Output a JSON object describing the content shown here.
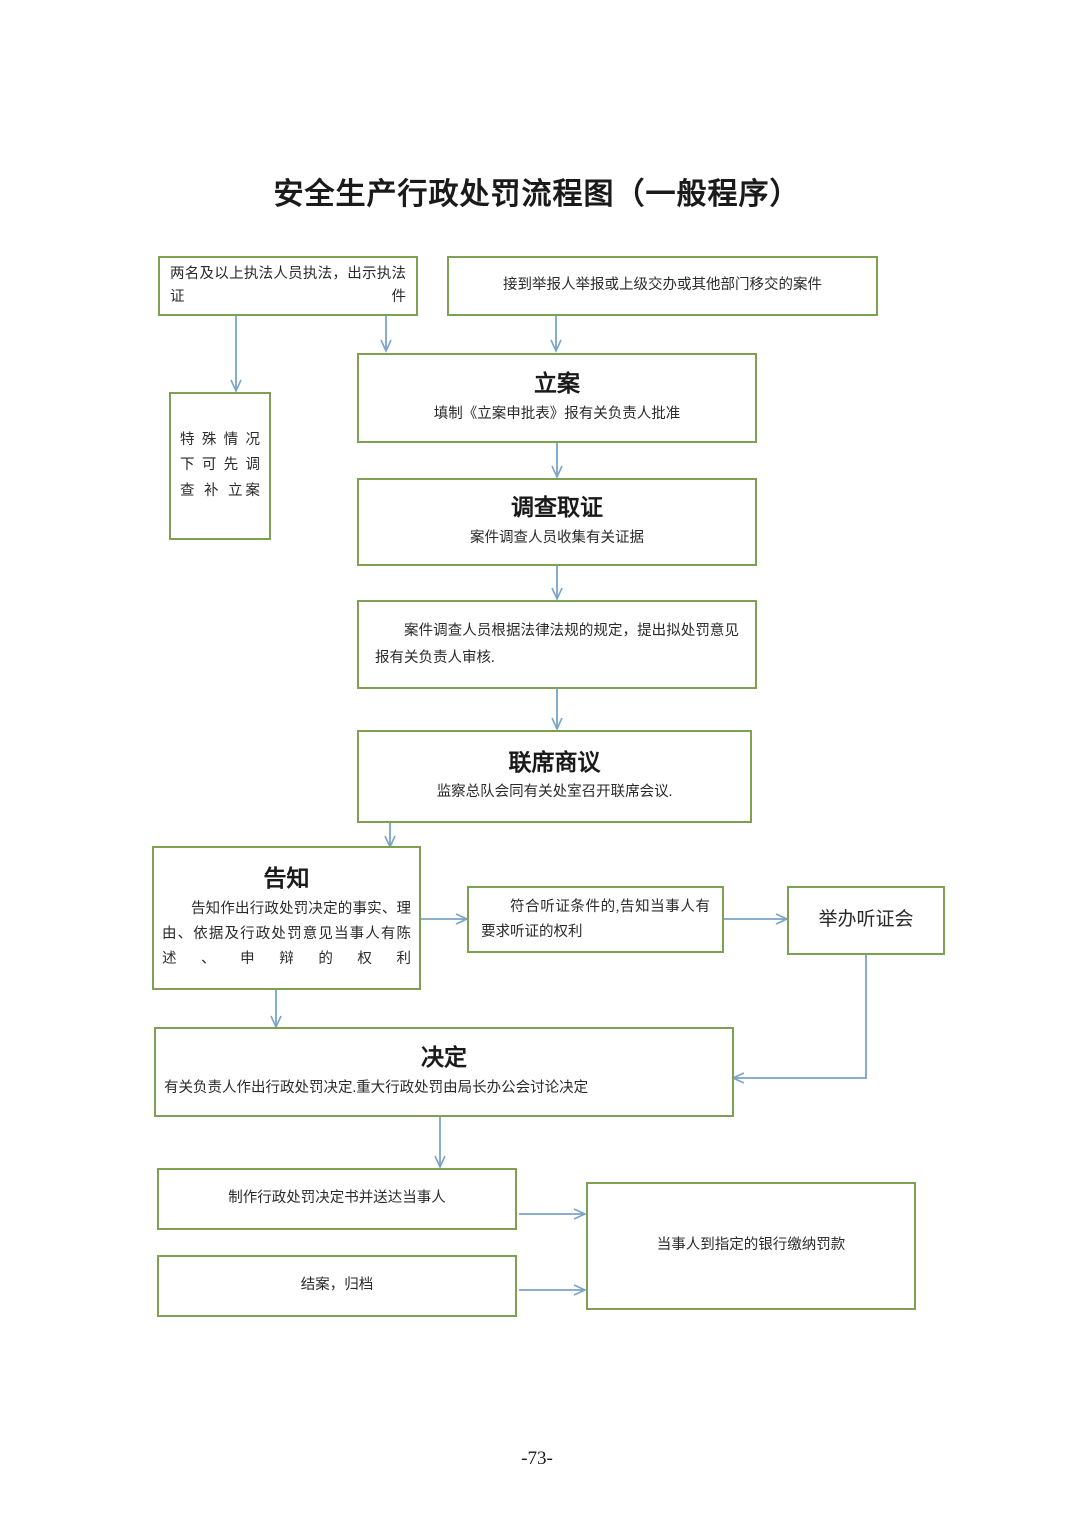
{
  "document": {
    "title": "安全生产行政处罚流程图（一般程序）",
    "page_number": "-73-"
  },
  "theme": {
    "box_border_color": "#7da052",
    "arrow_color": "#7ba3c8",
    "background": "#ffffff",
    "text_color": "#1a1a1a"
  },
  "nodes": {
    "enforcement_officers": {
      "body": "两名及以上执法人员执法，出示执法证件"
    },
    "case_intake": {
      "body": "接到举报人举报或上级交办或其他部门移交的案件"
    },
    "special_case": {
      "body": "特 殊 情 况 下 可 先 调 查 补 立案"
    },
    "filing": {
      "heading": "立案",
      "body": "填制《立案申批表》报有关负责人批准"
    },
    "investigation": {
      "heading": "调查取证",
      "body": "案件调查人员收集有关证据"
    },
    "proposal_review": {
      "body": "案件调查人员根据法律法规的规定，提出拟处罚意见报有关负责人审核."
    },
    "joint_meeting": {
      "heading": "联席商议",
      "body": "监察总队会同有关处室召开联席会议."
    },
    "notification": {
      "heading": "告知",
      "body": "告知作出行政处罚决定的事实、理由、依据及行政处罚意见当事人有陈述、申辩的权利"
    },
    "hearing_rights": {
      "body": "符合听证条件的,告知当事人有要求听证的权利"
    },
    "hold_hearing": {
      "body": "举办听证会"
    },
    "decision": {
      "heading": "决定",
      "body": "有关负责人作出行政处罚决定.重大行政处罚由局长办公会讨论决定"
    },
    "issue_decision_doc": {
      "body": "制作行政处罚决定书并送达当事人"
    },
    "close_and_archive": {
      "body": "结案，归档"
    },
    "pay_fine_at_bank": {
      "body": "当事人到指定的银行缴纳罚款"
    }
  },
  "connections": [
    {
      "from": "enforcement_officers",
      "to": "special_case"
    },
    {
      "from": "enforcement_officers",
      "to": "filing"
    },
    {
      "from": "case_intake",
      "to": "filing"
    },
    {
      "from": "filing",
      "to": "investigation"
    },
    {
      "from": "investigation",
      "to": "proposal_review"
    },
    {
      "from": "proposal_review",
      "to": "joint_meeting"
    },
    {
      "from": "joint_meeting",
      "to": "notification"
    },
    {
      "from": "notification",
      "to": "hearing_rights"
    },
    {
      "from": "hearing_rights",
      "to": "hold_hearing"
    },
    {
      "from": "notification",
      "to": "decision"
    },
    {
      "from": "hold_hearing",
      "to": "decision"
    },
    {
      "from": "decision",
      "to": "issue_decision_doc"
    },
    {
      "from": "issue_decision_doc",
      "to": "pay_fine_at_bank"
    },
    {
      "from": "close_and_archive",
      "to": "pay_fine_at_bank"
    }
  ]
}
